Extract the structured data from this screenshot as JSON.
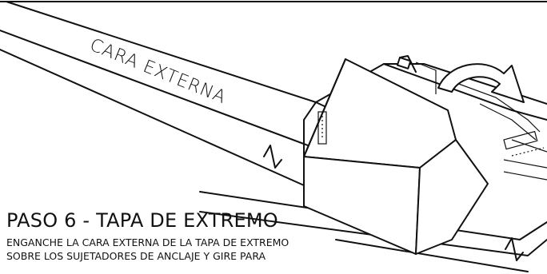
{
  "diagram": {
    "face_label": "CARA EXTERNA",
    "step_title": "PASO 6 - TAPA DE EXTREMO",
    "step_lines": [
      "ENGANCHE LA CARA EXTERNA DE LA TAPA DE EXTREMO",
      "SOBRE LOS SUJETADORES DE ANCLAJE Y GIRE PARA"
    ],
    "icons": [
      "rotation-arrow-icon",
      "break-line-icon"
    ]
  }
}
